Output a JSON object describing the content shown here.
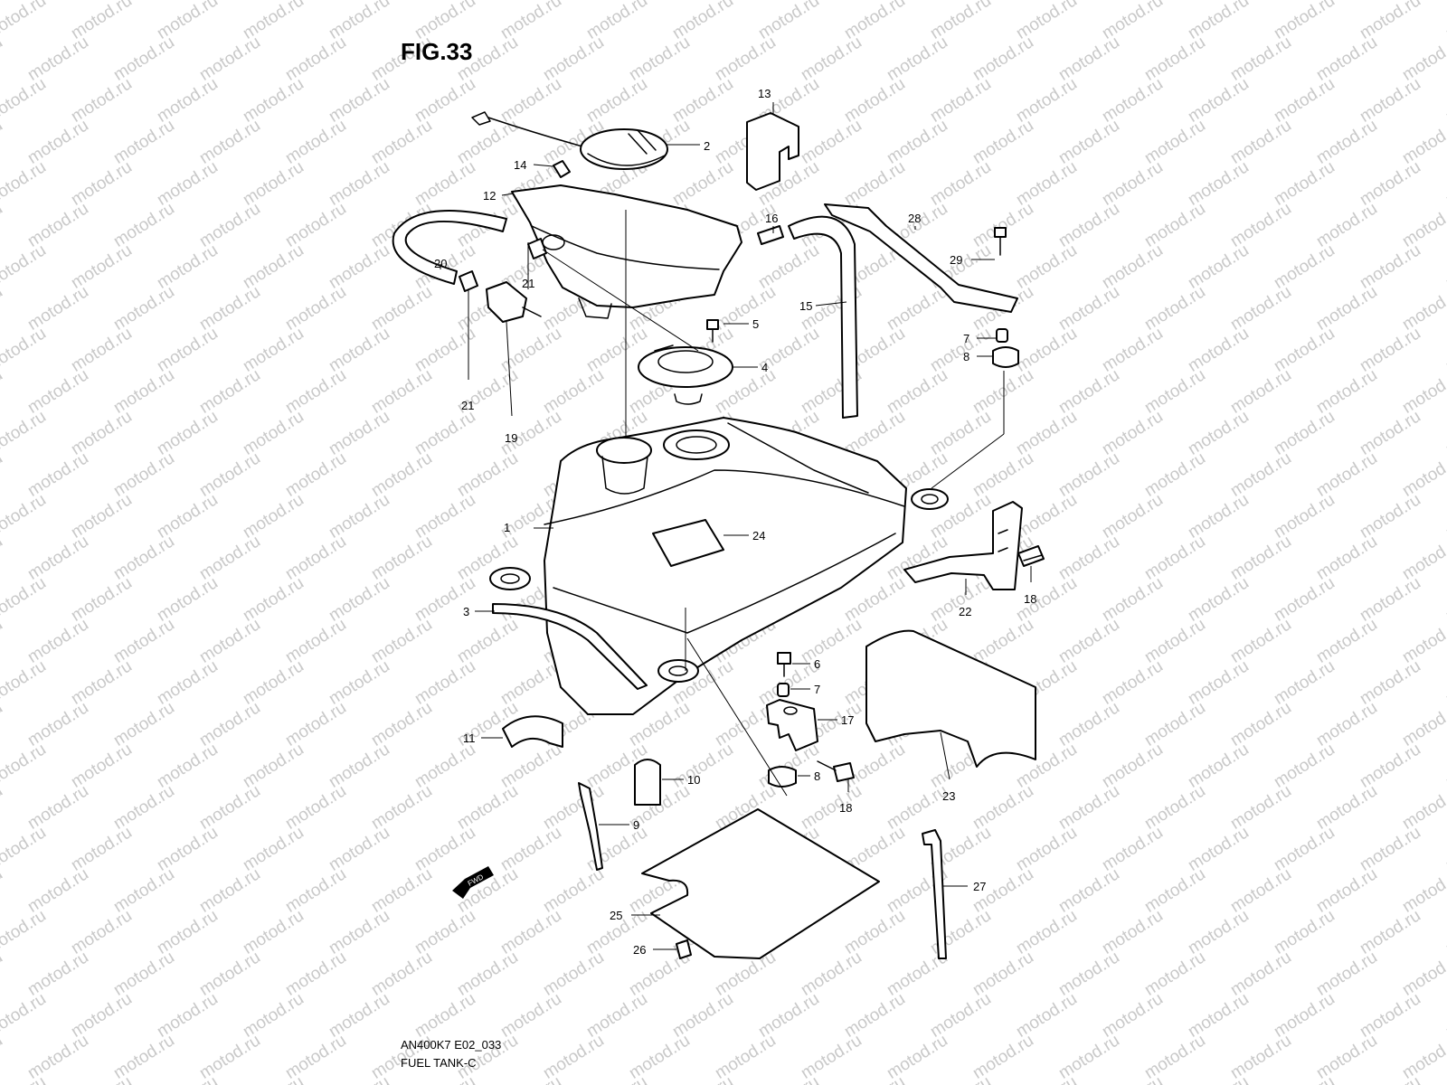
{
  "figure": {
    "title": "FIG.33",
    "watermark": "motod.ru",
    "model_code": "AN400K7 E02_033",
    "section_name": "FUEL TANK-C",
    "fwd_label": "FWD"
  },
  "callouts": {
    "p1": "1",
    "p2": "2",
    "p3": "3",
    "p4": "4",
    "p5": "5",
    "p6": "6",
    "p7a": "7",
    "p7b": "7",
    "p8a": "8",
    "p8b": "8",
    "p9": "9",
    "p10": "10",
    "p11": "11",
    "p12": "12",
    "p13": "13",
    "p14": "14",
    "p15": "15",
    "p16": "16",
    "p17": "17",
    "p18a": "18",
    "p18b": "18",
    "p19": "19",
    "p20": "20",
    "p21a": "21",
    "p21b": "21",
    "p22": "22",
    "p23": "23",
    "p24": "24",
    "p25": "25",
    "p26": "26",
    "p27": "27",
    "p28": "28",
    "p29": "29"
  },
  "colors": {
    "line": "#000000",
    "watermark": "#c9c9c9",
    "background": "#ffffff"
  }
}
